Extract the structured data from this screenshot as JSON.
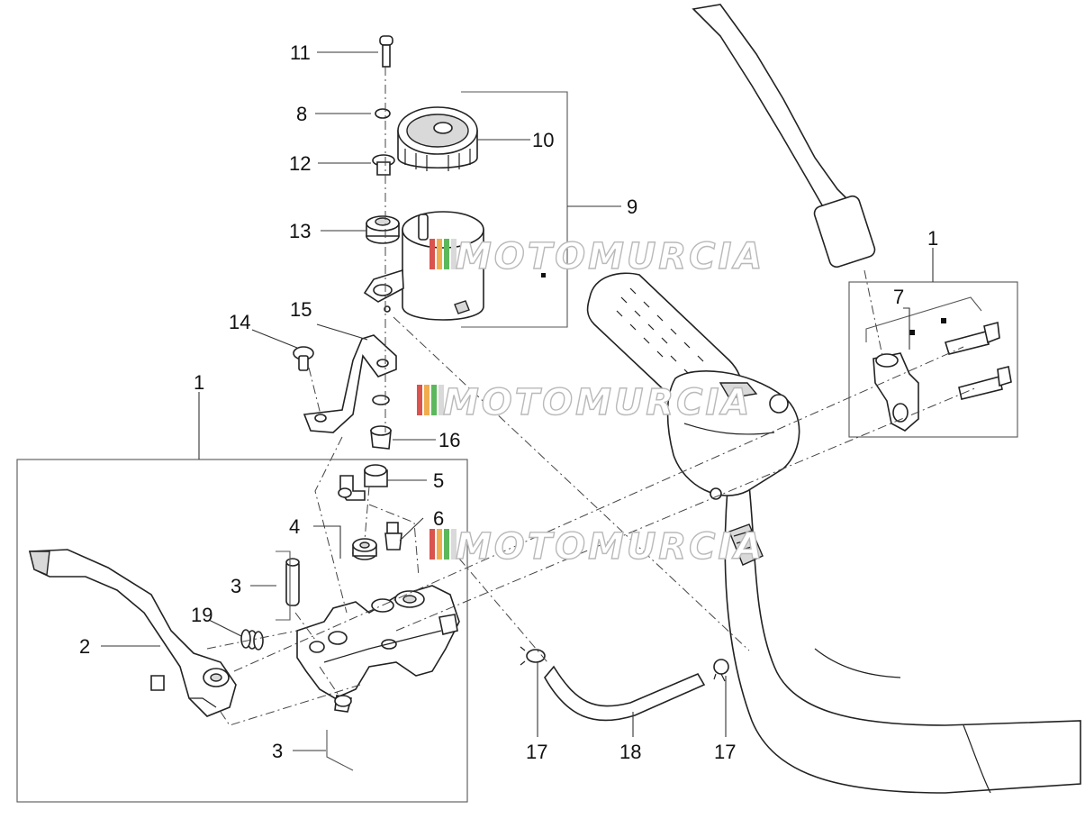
{
  "watermark": {
    "text": "MOTOMURCIA",
    "stripe_colors": [
      "#d9534f",
      "#f0ad4e",
      "#5cb85c",
      "#d9d9d9"
    ]
  },
  "callouts": {
    "c11": "11",
    "c8": "8",
    "c12": "12",
    "c13": "13",
    "c10": "10",
    "c9": "9",
    "c14": "14",
    "c15": "15",
    "c16": "16",
    "c1_left": "1",
    "c5": "5",
    "c6": "6",
    "c4": "4",
    "c3_top": "3",
    "c19": "19",
    "c2": "2",
    "c3_bottom": "3",
    "c17_left": "17",
    "c18": "18",
    "c17_right": "17",
    "c1_right": "1",
    "c7": "7"
  }
}
